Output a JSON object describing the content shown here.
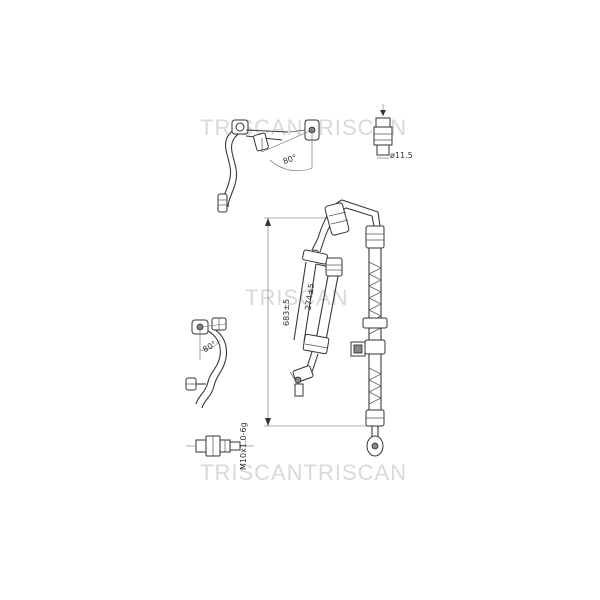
{
  "watermarks": {
    "top": "TRISCANTRISCAN",
    "middle": "TRISCAN",
    "bottom": "TRISCANTRISCAN"
  },
  "dimensions": {
    "total_length": "683±5",
    "inner_length": "274±5",
    "angle_top": "80°",
    "angle_left": "80°",
    "thread_top": "ø11.5",
    "thread_bottom": "M10x1.0-6g"
  },
  "colors": {
    "line": "#3a3a3a",
    "watermark": "#d9d9d9"
  }
}
